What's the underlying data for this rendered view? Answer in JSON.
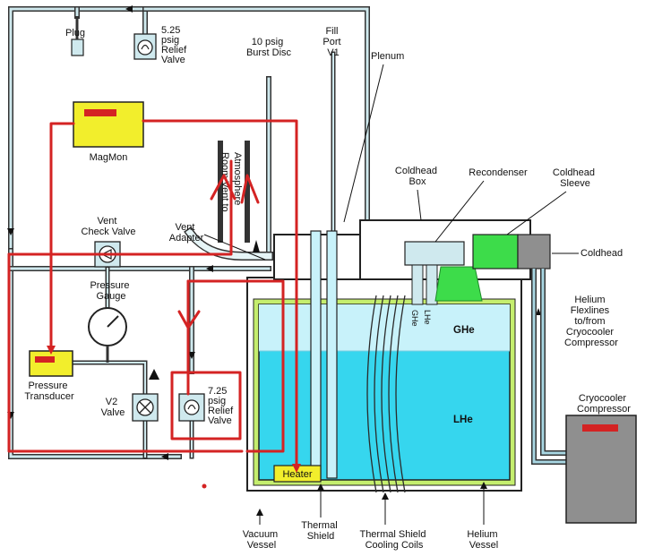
{
  "labels": {
    "plug": "Plug",
    "relief_525": [
      "5.25",
      "psig",
      "Relief",
      "Valve"
    ],
    "burst_disc": [
      "10 psig",
      "Burst Disc"
    ],
    "fill_port": [
      "Fill",
      "Port",
      "V1"
    ],
    "plenum": "Plenum",
    "magmon": "MagMon",
    "room_vent": [
      "Room Vent to",
      "Atmosphere"
    ],
    "vent_adapter": [
      "Vent",
      "Adapter"
    ],
    "vent_check_valve": [
      "Vent",
      "Check Valve"
    ],
    "pressure_gauge": [
      "Pressure",
      "Gauge"
    ],
    "pressure_transducer": [
      "Pressure",
      "Transducer"
    ],
    "v2_valve": [
      "V2",
      "Valve"
    ],
    "relief_725": [
      "7.25",
      "psig",
      "Relief",
      "Valve"
    ],
    "coldhead_box": [
      "Coldhead",
      "Box"
    ],
    "recondenser": "Recondenser",
    "coldhead_sleeve": [
      "Coldhead",
      "Sleeve"
    ],
    "coldhead": "Coldhead",
    "helium_flexlines": [
      "Helium",
      "Flexlines",
      "to/from",
      "Cryocooler",
      "Compressor"
    ],
    "cryocooler_compressor": [
      "Cryocooler",
      "Compressor"
    ],
    "ghe": "GHe",
    "lhe": "LHe",
    "ghe_small": "GHe",
    "lhe_small": "LHe",
    "heater": "Heater",
    "vacuum_vessel": [
      "Vacuum",
      "Vessel"
    ],
    "thermal_shield": [
      "Thermal",
      "Shield"
    ],
    "thermal_shield_coils": [
      "Thermal Shield",
      "Cooling Coils"
    ],
    "helium_vessel": [
      "Helium",
      "Vessel"
    ]
  },
  "colors": {
    "annotation_red": "#d42323",
    "liquid_helium": "#36d6ee",
    "gas_region": "#c8f2fa",
    "shield_green": "#c5ee6e",
    "component_yellow": "#f2ee2c",
    "recondenser_green": "#3ddc4a",
    "compressor_gray": "#8f8f8f",
    "pipe_blue": "#a8d6e2"
  }
}
